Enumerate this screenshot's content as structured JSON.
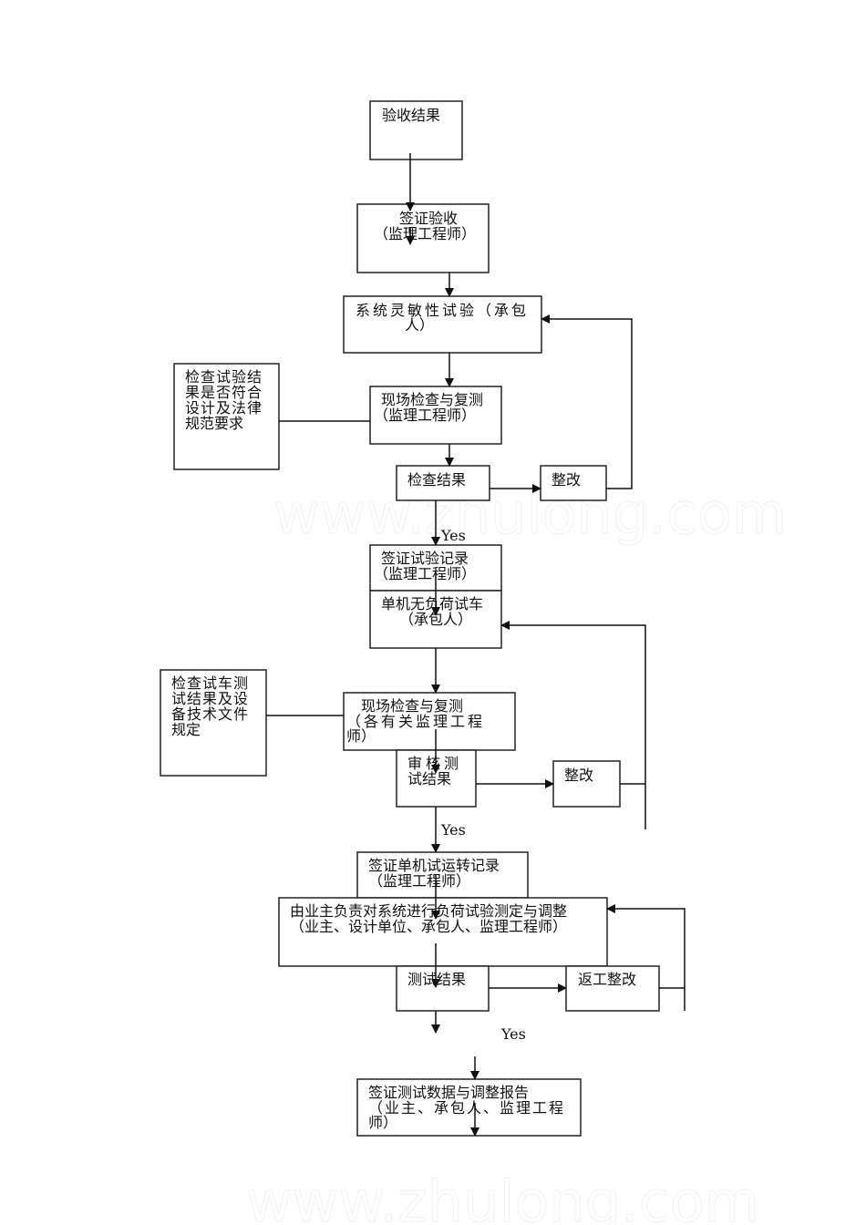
{
  "watermark": "www.zhulong.com",
  "nodes": {
    "acceptance_result": [
      "验收结果"
    ],
    "sign_acceptance": [
      "签证验收",
      "（监理工程师）"
    ],
    "system_sensitivity_test": [
      "系统灵敏性试验（承包",
      "人）"
    ],
    "check_criteria_1": [
      "检查试验结",
      "果是否符合",
      "设计及法律",
      "规范要求"
    ],
    "site_inspection_1": [
      "现场检查与复测",
      "（监理工程师）"
    ],
    "inspection_result": [
      "检查结果"
    ],
    "rectify_1": [
      "整改"
    ],
    "sign_test_record": [
      "签证试验记录",
      "（监理工程师）"
    ],
    "single_no_load_test": [
      "单机无负荷试车",
      "（承包人）"
    ],
    "check_criteria_2": [
      "检查试车测",
      "试结果及设",
      "备技术文件",
      "规定"
    ],
    "site_inspection_2": [
      "现场检查与复测",
      "（各有关监理工程",
      "师）"
    ],
    "review_test_result": [
      "审核测",
      "试结果"
    ],
    "rectify_2": [
      "整改"
    ],
    "sign_single_run_record": [
      "签证单机试运转记录",
      "（监理工程师）"
    ],
    "owner_load_test": [
      "由业主负责对系统进行负荷试验测定与调整",
      "（业主、设计单位、承包人、监理工程师）"
    ],
    "test_result": [
      "测试结果"
    ],
    "rework_rectify": [
      "返工整改"
    ],
    "sign_test_data_report": [
      "签证测试数据与调整报告",
      "（业主、承包人、监理工程",
      "师）"
    ]
  },
  "labels": {
    "yes_1": "Yes",
    "yes_2": "Yes",
    "yes_3": "Yes"
  }
}
